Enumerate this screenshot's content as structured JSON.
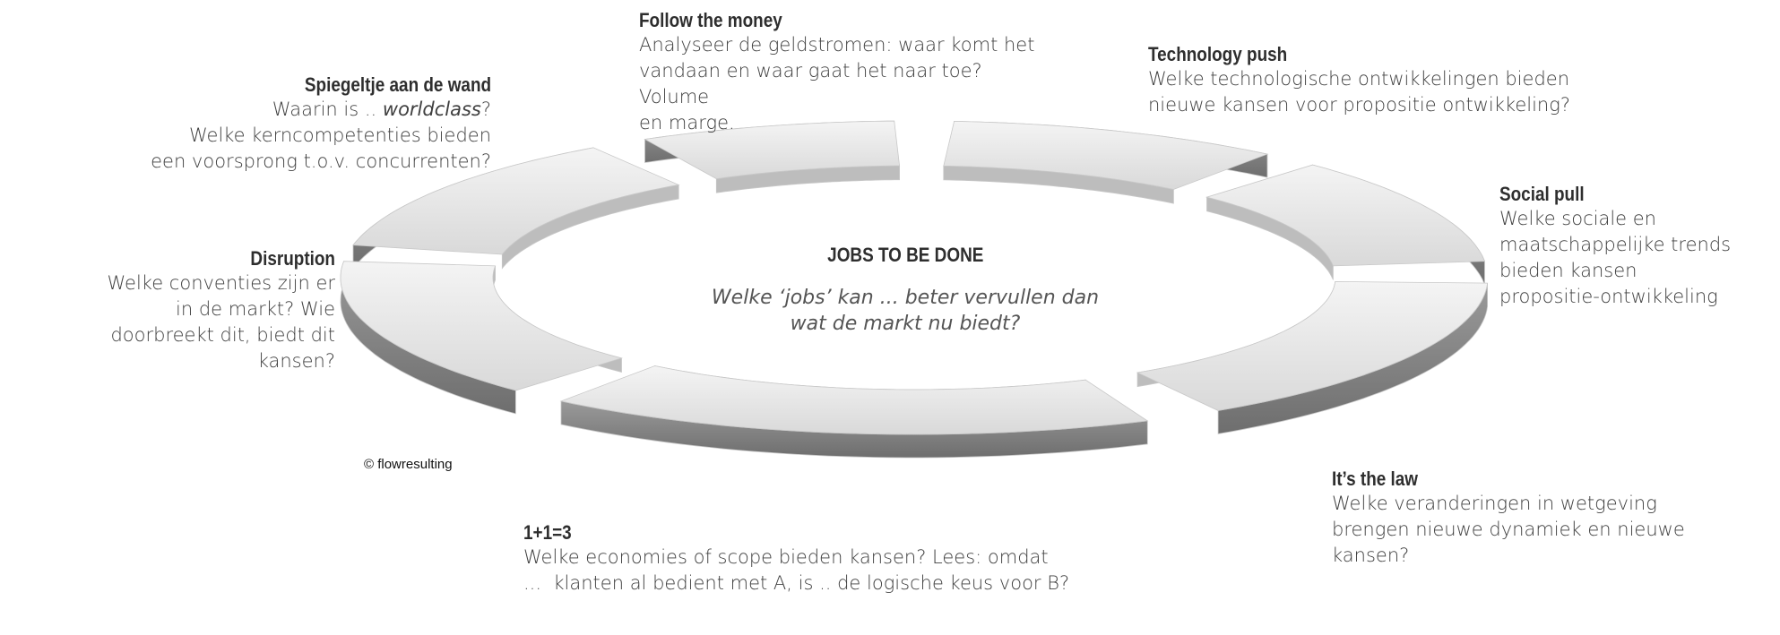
{
  "center": {
    "title": "JOBS TO BE DONE",
    "subtitle_line1": "Welke ‘jobs’ kan ... beter vervullen dan",
    "subtitle_line2": "wat de markt nu biedt?"
  },
  "segments": {
    "follow_the_money": {
      "title": "Follow the money",
      "lines": [
        "Analyseer de geldstromen: waar komt het",
        "vandaan en waar gaat het naar toe? Volume",
        "en marge."
      ]
    },
    "technology_push": {
      "title": "Technology push",
      "lines": [
        "Welke technologische ontwikkelingen bieden",
        "nieuwe kansen voor propositie ontwikkeling?"
      ]
    },
    "social_pull": {
      "title": "Social pull",
      "lines": [
        "Welke sociale en",
        "maatschappelijke trends",
        "bieden kansen",
        "propositie-ontwikkeling"
      ]
    },
    "its_the_law": {
      "title": "It’s the law",
      "lines": [
        "Welke veranderingen in wetgeving",
        "brengen nieuwe dynamiek en nieuwe",
        "kansen?"
      ]
    },
    "one_plus_one": {
      "title": "1+1=3",
      "lines": [
        "Welke economies of scope bieden kansen? Lees: omdat",
        "...  klanten al bedient met A, is .. de logische keus voor B?"
      ]
    },
    "disruption": {
      "title": "Disruption",
      "lines": [
        "Welke conventies zijn er",
        "in de markt? Wie",
        "doorbreekt dit, biedt dit",
        "kansen?"
      ]
    },
    "spiegeltje": {
      "title": "Spiegeltje aan de wand",
      "line1_prefix": "Waarin is .. ",
      "line1_em": "worldclass",
      "line1_suffix": "?",
      "lines": [
        "Welke kerncompetenties bieden",
        "een voorsprong t.o.v. concurrenten?"
      ]
    }
  },
  "copyright": "© flowresulting"
}
